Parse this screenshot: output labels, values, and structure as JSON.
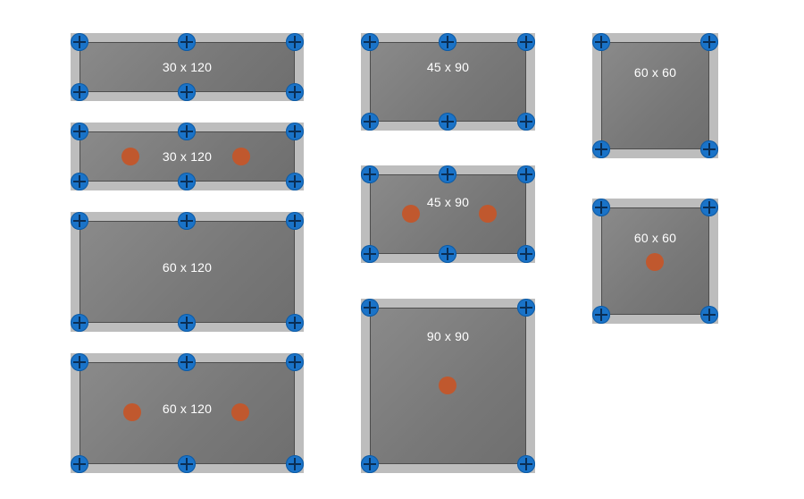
{
  "colors": {
    "frame": "#bdbdbd",
    "panel": "#808080",
    "anchor": "#1a73c8",
    "hole": "#c0582e",
    "label": "#ffffff"
  },
  "icons": {
    "anchor": "crosshair-anchor-icon",
    "hole": "hole-dot-icon"
  },
  "panels": [
    {
      "label": "30 x 120",
      "holes": 0
    },
    {
      "label": "30 x 120",
      "holes": 2
    },
    {
      "label": "60 x 120",
      "holes": 0
    },
    {
      "label": "60 x 120",
      "holes": 2
    },
    {
      "label": "45 x 90",
      "holes": 0
    },
    {
      "label": "45 x 90",
      "holes": 2
    },
    {
      "label": "90 x 90",
      "holes": 1
    },
    {
      "label": "60 x 60",
      "holes": 0
    },
    {
      "label": "60 x 60",
      "holes": 1
    }
  ]
}
